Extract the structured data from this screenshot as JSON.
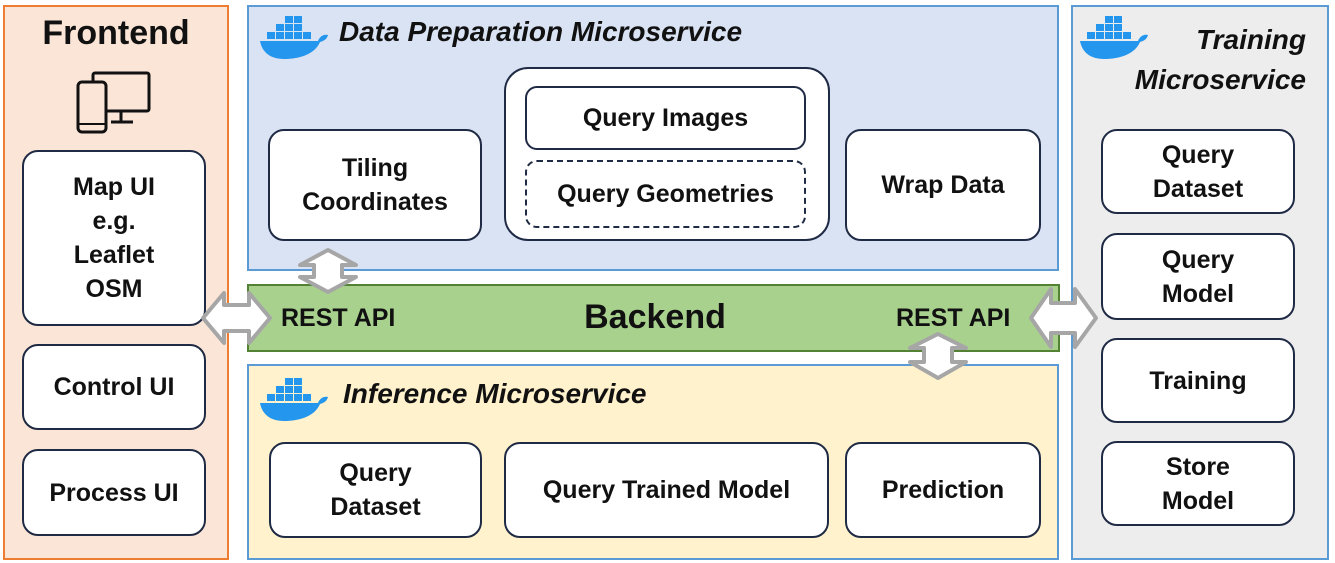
{
  "frontend": {
    "title": "Frontend",
    "items": [
      "Map UI\ne.g.\nLeaflet\nOSM",
      "Control UI",
      "Process UI"
    ]
  },
  "data_prep": {
    "title": "Data Preparation Microservice",
    "items": [
      "Tiling\nCoordinates",
      "Query Images",
      "Query Geometries",
      "Wrap Data"
    ]
  },
  "backend": {
    "title": "Backend",
    "api_left": "REST API",
    "api_right": "REST API"
  },
  "inference": {
    "title": "Inference Microservice",
    "items": [
      "Query\nDataset",
      "Query Trained Model",
      "Prediction"
    ]
  },
  "training": {
    "title": "Training\nMicroservice",
    "items": [
      "Query\nDataset",
      "Query\nModel",
      "Training",
      "Store\nModel"
    ]
  },
  "colors": {
    "frontend_bg": "#fbe5d6",
    "frontend_border": "#ed7d31",
    "dataprep_bg": "#dae3f3",
    "inference_bg": "#fff2cc",
    "training_bg": "#ededed",
    "service_border": "#5b9bd5",
    "backend_bg": "#a9d18e",
    "backend_border": "#548235",
    "docker_blue": "#2496ed",
    "arrow_fill": "#ffffff",
    "arrow_stroke": "#a6a6a6"
  }
}
